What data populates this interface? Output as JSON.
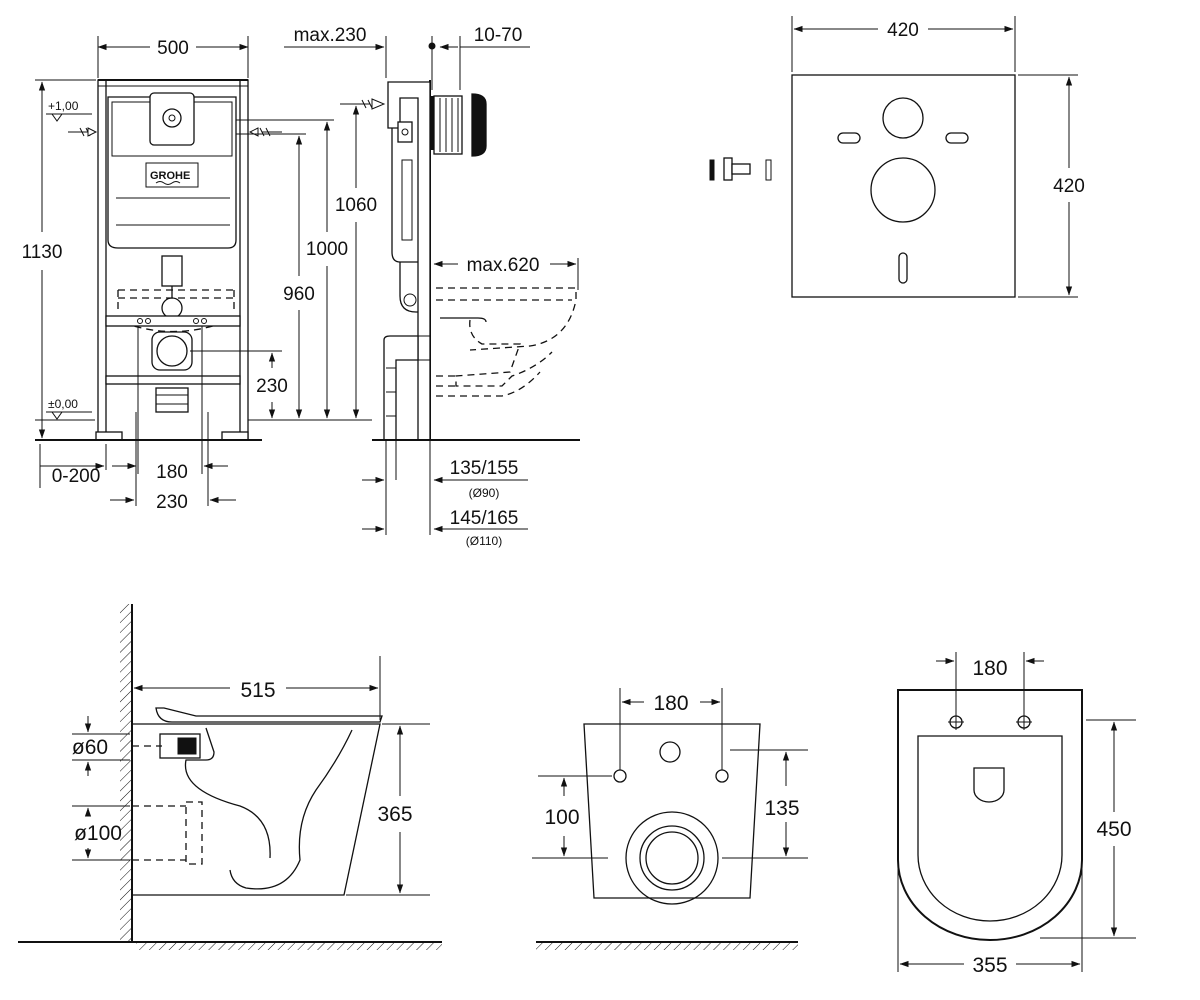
{
  "brand": "GROHE",
  "frame_front": {
    "width": "500",
    "height": "1130",
    "level_top": "+1,00",
    "level_floor": "±0,00",
    "floor_offset": "0-200",
    "bolt_spacing": "180",
    "foot_spacing": "230"
  },
  "frame_side": {
    "max_depth": "max.230",
    "wall_thickness": "10-70",
    "h1060": "1060",
    "h1000": "1000",
    "h960": "960",
    "h230": "230",
    "max_projection": "max.620",
    "pipe90_dim": "135/155",
    "pipe90_note": "(Ø90)",
    "pipe110_dim": "145/165",
    "pipe110_note": "(Ø110)"
  },
  "panel": {
    "width": "420",
    "height": "420"
  },
  "bowl_side": {
    "length": "515",
    "height": "365",
    "inlet": "ø60",
    "outlet": "ø100"
  },
  "bowl_back": {
    "bolt_spacing": "180",
    "h100": "100",
    "h135": "135"
  },
  "bowl_top": {
    "bolt_spacing": "180",
    "length": "450",
    "width": "355"
  }
}
